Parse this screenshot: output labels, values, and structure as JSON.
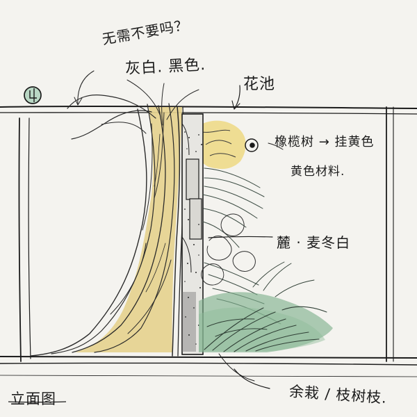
{
  "annotations": {
    "top_note_1": "无需不要吗？",
    "top_note_2": "灰白. 黑色.",
    "top_note_3": "花池",
    "right_note_1": "橡榄树 → 挂黄色",
    "right_note_2": "黄色材料.",
    "right_note_3": "麓 · 麦冬白",
    "bottom_note_1": "立面图",
    "bottom_note_2": "余栽 / 枝树枝."
  },
  "colors": {
    "ink": "#1b1b1b",
    "paper": "#f4f3ef",
    "trunk_yellow": "#e5d38f",
    "foliage_yellow": "#eedb8d",
    "grass_green": "#7dae8a",
    "stone_dark": "#6f6f6f"
  },
  "icons": {
    "section_marker": "circled-number-icon",
    "label_dot": "dot-marker-icon"
  }
}
